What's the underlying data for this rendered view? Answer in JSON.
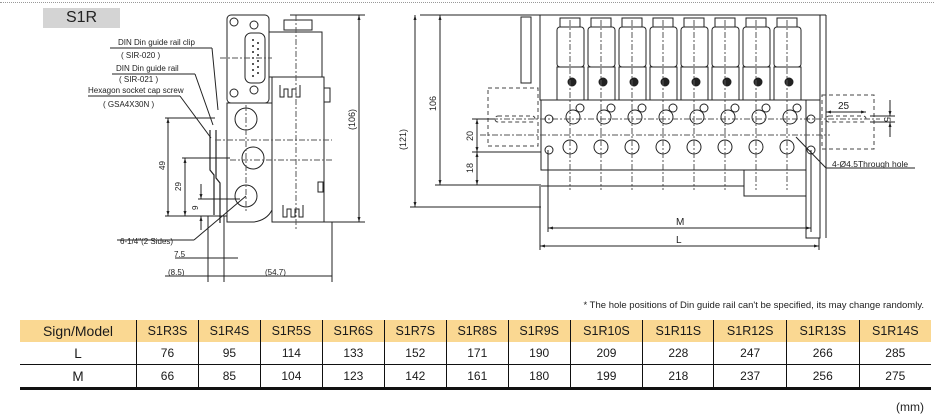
{
  "series_label": "S1R",
  "side_view": {
    "callouts": [
      {
        "label": "DIN Din guide rail clip",
        "part": "( SIR-020 )"
      },
      {
        "label": "DIN Din guide rail",
        "part": "( SIR-021 )"
      },
      {
        "label": "Hexagon socket cap screw",
        "part": "( GSA4X30N )"
      }
    ],
    "port_note": "6-1/4\"(2 Sides)",
    "dims": {
      "height": "(106)",
      "d49": "49",
      "d29": "29",
      "d9": "9",
      "d7_5": "7.5",
      "d8_5": "(8.5)",
      "d54_7": "(54.7)"
    }
  },
  "front_view": {
    "valve_stations": 8,
    "dims": {
      "total_height": "(121)",
      "height": "106",
      "d20": "20",
      "d18": "18",
      "d25": "25",
      "d5": "5",
      "M": "M",
      "L": "L"
    },
    "hole_note": "4-Ø4.5Through hole"
  },
  "note": "* The hole positions of Din guide rail can't be specified, its may change randomly.",
  "table": {
    "header_label": "Sign/Model",
    "models": [
      "S1R3S",
      "S1R4S",
      "S1R5S",
      "S1R6S",
      "S1R7S",
      "S1R8S",
      "S1R9S",
      "S1R10S",
      "S1R11S",
      "S1R12S",
      "S1R13S",
      "S1R14S"
    ],
    "rows": [
      {
        "label": "L",
        "values": [
          "76",
          "95",
          "114",
          "133",
          "152",
          "171",
          "190",
          "209",
          "228",
          "247",
          "266",
          "285"
        ]
      },
      {
        "label": "M",
        "values": [
          "66",
          "85",
          "104",
          "123",
          "142",
          "161",
          "180",
          "199",
          "218",
          "237",
          "256",
          "275"
        ]
      }
    ],
    "header_color": "#fad892"
  },
  "unit": "(mm)"
}
